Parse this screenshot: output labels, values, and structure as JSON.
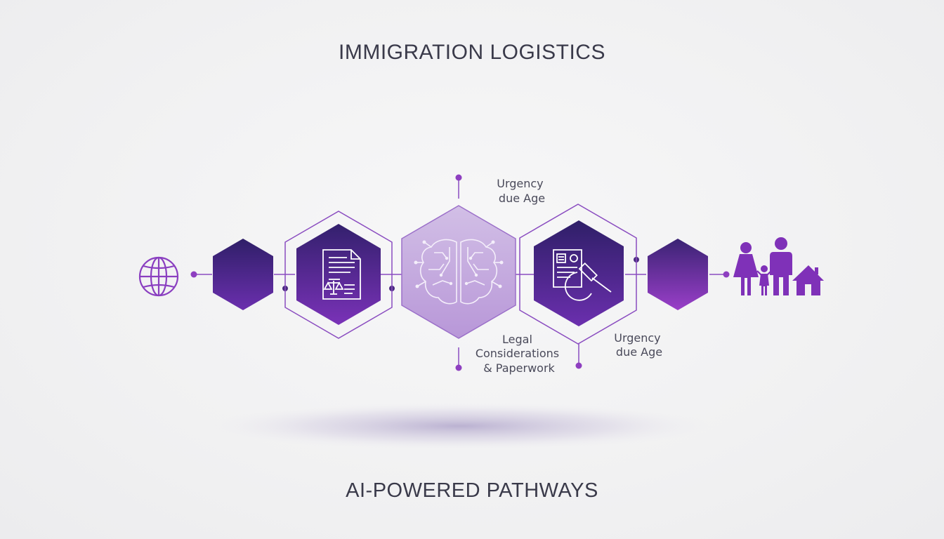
{
  "header": {
    "title": "IMMIGRATION LOGISTICS"
  },
  "footer": {
    "subtitle": "AI-POWERED PATHWAYS"
  },
  "labels": {
    "top_center": [
      "Urgency",
      "due Age"
    ],
    "bottom_center": [
      "Legal",
      "Considerations",
      "& Paperwork"
    ],
    "bottom_right": [
      "Urgency",
      "due Age"
    ]
  },
  "nodes": [
    {
      "name": "globe",
      "icon": "globe-icon"
    },
    {
      "name": "hex-plain-left",
      "icon": ""
    },
    {
      "name": "hex-legal-document",
      "icon": "document-scales-icon"
    },
    {
      "name": "hex-ai-brain",
      "icon": "circuit-brain-icon"
    },
    {
      "name": "hex-judgement",
      "icon": "document-gavel-icon"
    },
    {
      "name": "hex-plain-right",
      "icon": ""
    },
    {
      "name": "family-home",
      "icon": "family-house-icon"
    }
  ],
  "colors": {
    "purple_dark": "#3b2478",
    "purple_mid": "#6a2fa8",
    "purple_light": "#c9b1df",
    "accent": "#8e3fc0",
    "text": "#3a3a4a"
  }
}
